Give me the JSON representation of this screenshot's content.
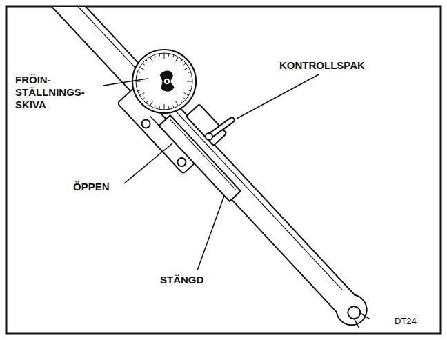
{
  "diagram": {
    "labels": [
      "FRÖIN- STÄLLNINGS- SKIVA",
      "KONTROLLSPAK",
      "ÖPPEN",
      "STÄNGD",
      "DT24"
    ]
  }
}
